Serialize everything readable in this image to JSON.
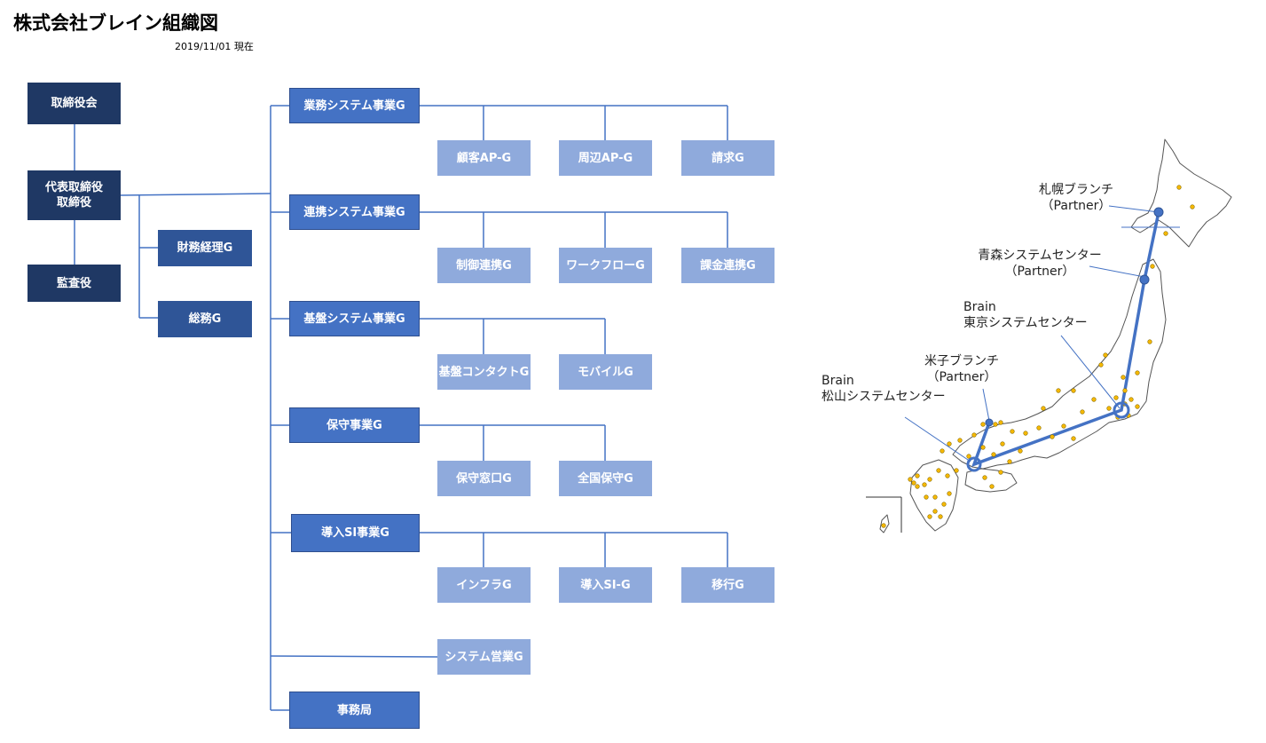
{
  "title": "株式会社ブレイン組織図",
  "date": "2019/11/01 現在",
  "org": {
    "board": "取締役会",
    "president": "代表取締役\n取締役",
    "auditor": "監査役",
    "finance": "財務経理G",
    "general_affairs": "総務G",
    "divisions": [
      {
        "name": "業務システム事業G",
        "groups": [
          "顧客AP-G",
          "周辺AP-G",
          "請求G"
        ]
      },
      {
        "name": "連携システム事業G",
        "groups": [
          "制御連携G",
          "ワークフローG",
          "課金連携G"
        ]
      },
      {
        "name": "基盤システム事業G",
        "groups": [
          "基盤コンタクトG",
          "モバイルG"
        ]
      },
      {
        "name": "保守事業G",
        "groups": [
          "保守窓口G",
          "全国保守G"
        ]
      },
      {
        "name": "導入SI事業G",
        "groups": [
          "インフラG",
          "導入SI-G",
          "移行G"
        ]
      }
    ],
    "sales": "システム営業G",
    "secretariat": "事務局"
  },
  "map": {
    "labels": {
      "sapporo": "札幌ブランチ\n（Partner）",
      "aomori": "青森システムセンター\n（Partner）",
      "tokyo": "Brain\n東京システムセンター",
      "yonago": "米子ブランチ\n（Partner）",
      "matsuyama": "Brain\n松山システムセンター"
    },
    "colors": {
      "line": "#4472c4",
      "dot": "#f5b800",
      "land": "#ffffff",
      "coast": "#555555"
    }
  }
}
